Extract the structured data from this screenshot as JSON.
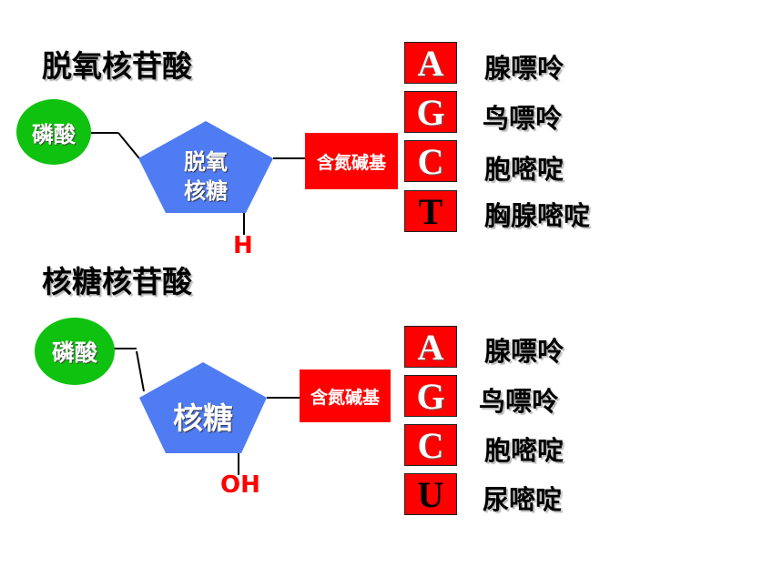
{
  "deoxy": {
    "title": "脱氧核苷酸",
    "phosphate": "磷酸",
    "sugar_line1": "脱氧",
    "sugar_line2": "核糖",
    "base_label": "含氮碱基",
    "substituent": "H",
    "bases": [
      {
        "letter": "A",
        "name": "腺嘌呤"
      },
      {
        "letter": "G",
        "name": "鸟嘌呤"
      },
      {
        "letter": "C",
        "name": "胞嘧啶"
      },
      {
        "letter": "T",
        "name": "胸腺嘧啶"
      }
    ]
  },
  "ribo": {
    "title": "核糖核苷酸",
    "phosphate": "磷酸",
    "sugar": "核糖",
    "base_label": "含氮碱基",
    "substituent": "OH",
    "bases": [
      {
        "letter": "A",
        "name": "腺嘌呤"
      },
      {
        "letter": "G",
        "name": "鸟嘌呤"
      },
      {
        "letter": "C",
        "name": "胞嘧啶"
      },
      {
        "letter": "U",
        "name": "尿嘧啶"
      }
    ]
  },
  "colors": {
    "phosphate": "#0fc20f",
    "sugar": "#4f7cf2",
    "base": "#ff0000"
  }
}
